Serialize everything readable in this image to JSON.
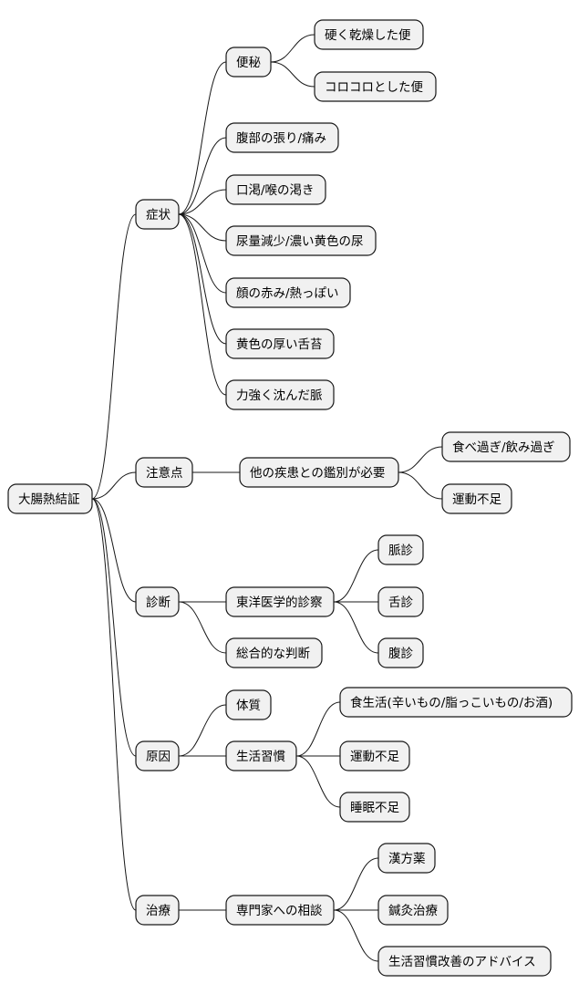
{
  "mindmap": {
    "root": {
      "label": "大腸熱結証",
      "children": [
        {
          "label": "症状",
          "children": [
            {
              "label": "便秘",
              "children": [
                {
                  "label": "硬く乾燥した便"
                },
                {
                  "label": "コロコロとした便"
                }
              ]
            },
            {
              "label": "腹部の張り/痛み"
            },
            {
              "label": "口渇/喉の渇き"
            },
            {
              "label": "尿量減少/濃い黄色の尿"
            },
            {
              "label": "顔の赤み/熱っぽい"
            },
            {
              "label": "黄色の厚い舌苔"
            },
            {
              "label": "力強く沈んだ脈"
            }
          ]
        },
        {
          "label": "注意点",
          "children": [
            {
              "label": "他の疾患との鑑別が必要",
              "children": [
                {
                  "label": "食べ過ぎ/飲み過ぎ"
                },
                {
                  "label": "運動不足"
                }
              ]
            }
          ]
        },
        {
          "label": "診断",
          "children": [
            {
              "label": "東洋医学的診察",
              "children": [
                {
                  "label": "脈診"
                },
                {
                  "label": "舌診"
                },
                {
                  "label": "腹診"
                }
              ]
            },
            {
              "label": "総合的な判断"
            }
          ]
        },
        {
          "label": "原因",
          "children": [
            {
              "label": "体質"
            },
            {
              "label": "生活習慣",
              "children": [
                {
                  "label": "食生活(辛いもの/脂っこいもの/お酒)"
                },
                {
                  "label": "運動不足"
                },
                {
                  "label": "睡眠不足"
                }
              ]
            }
          ]
        },
        {
          "label": "治療",
          "children": [
            {
              "label": "専門家への相談",
              "children": [
                {
                  "label": "漢方薬"
                },
                {
                  "label": "鍼灸治療"
                },
                {
                  "label": "生活習慣改善のアドバイス"
                }
              ]
            }
          ]
        }
      ]
    }
  }
}
